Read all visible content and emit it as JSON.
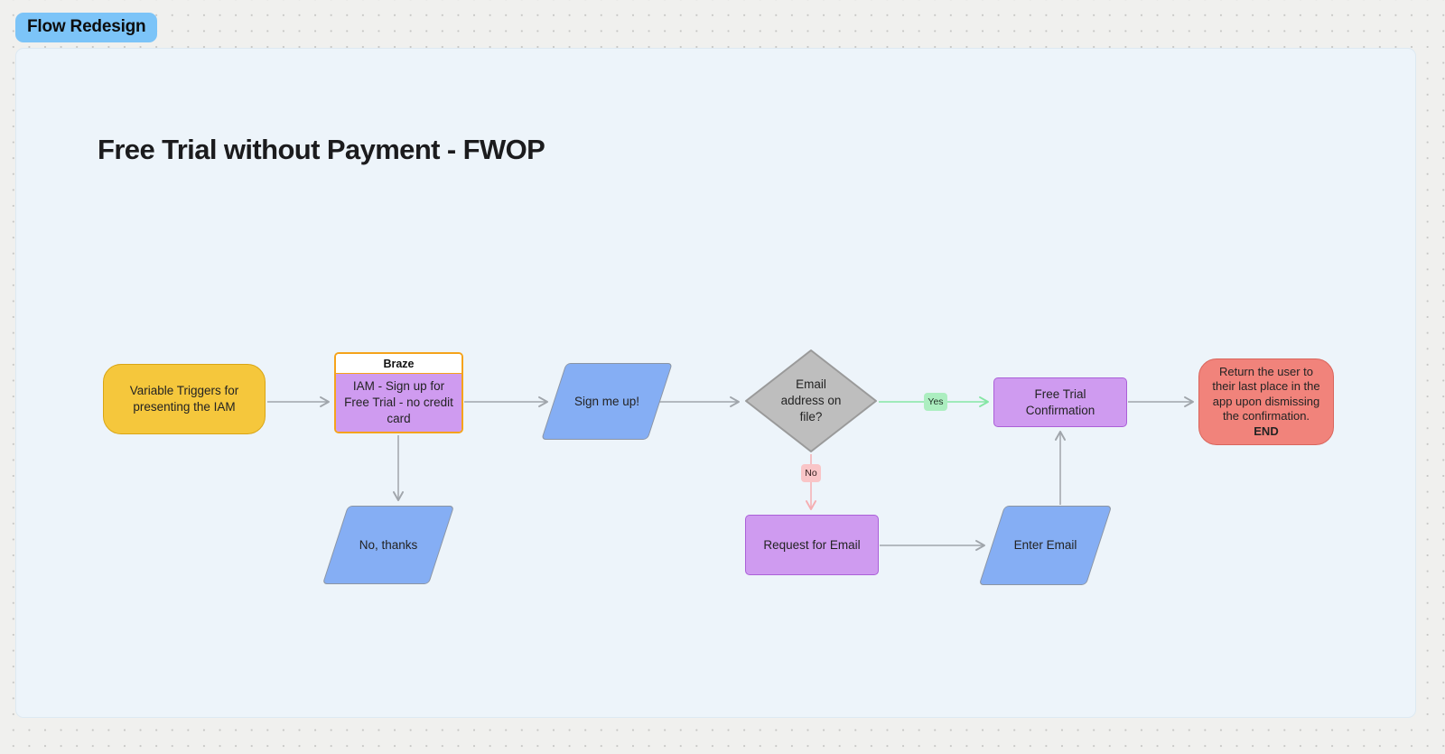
{
  "page": {
    "frame_label": "Flow Redesign",
    "title": "Free Trial without Payment - FWOP"
  },
  "nodes": {
    "variable_triggers": {
      "label": "Variable Triggers for presenting the IAM"
    },
    "braze_group": {
      "title": "Braze",
      "iam_signup": "IAM - Sign up for Free Trial - no credit card"
    },
    "sign_me_up": {
      "label": "Sign me up!"
    },
    "email_on_file": {
      "label": "Email address on file?"
    },
    "free_trial_confirmation": {
      "label": "Free Trial Confirmation"
    },
    "return_user": {
      "label": "Return the user to their last place in the app upon dismissing the confirmation.",
      "end_label": "END"
    },
    "no_thanks": {
      "label": "No, thanks"
    },
    "request_for_email": {
      "label": "Request for Email"
    },
    "enter_email": {
      "label": "Enter Email"
    }
  },
  "edges": {
    "yes_label": "Yes",
    "no_label": "No"
  },
  "colors": {
    "frame_background": "#edf4fa",
    "canvas_background": "#f0f0ee",
    "frame_badge_blue": "#7cc4f8",
    "terminator_yellow": "#f5c73c",
    "terminator_red": "#f1837b",
    "process_purple": "#cf9bf0",
    "io_blue": "#85aef4",
    "decision_gray": "#bebebe",
    "group_border_orange": "#f5a31b",
    "edge_gray": "#a0a5ab",
    "edge_green": "#85e6a4",
    "edge_pink": "#f5aeb2"
  }
}
